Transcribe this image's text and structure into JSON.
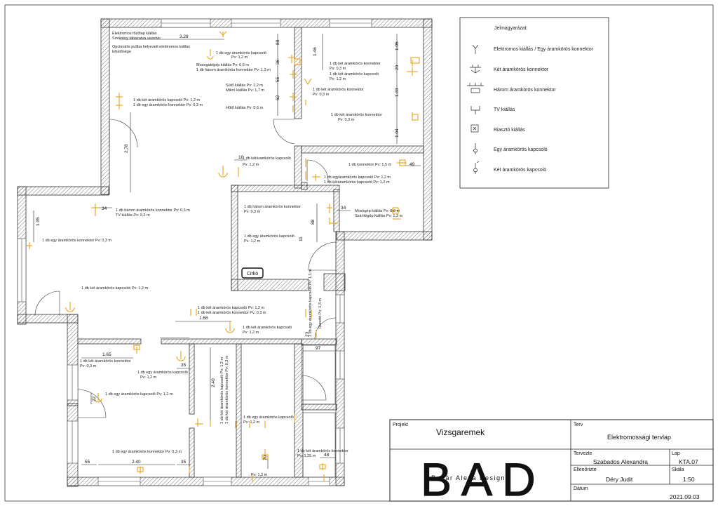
{
  "labels": {
    "l01": "Elektromos főzőlap kiállás",
    "l02": "Szekrény tábazatva vezetve",
    "l03": "Opcionális pultba helyezett elektromos kiállás",
    "l04": "lehetősége",
    "l05": "1 db egy áramkörös kapcsoló",
    "l06": "Pv: 1,2 m",
    "l07": "Mosogatógép kiállás Pv: 0,6 m",
    "l08": "1 db három áramkörös konnektor Pv: 1,3 m",
    "l09": "Sütő kiállás Pv: 1,2 m",
    "l10": "Mikró kiállás Pv: 1,7 m",
    "l11": "Hűtő kiállás Pv: 0,6 m",
    "l12": "1 db két áramkörös kapcsoló Pv: 1,2 m",
    "l13": "1 db egy áramkörös konnektor Pv: 0,3 m",
    "l14": "1 db két áramkörös konnektor",
    "l15": "Pv: 0,3 m",
    "l16": "1 db két áramkörös kapcsoló",
    "l17": "Pv: 1,2 m",
    "l18": "1 db két áramkörös konnektor",
    "l19": "Pv: 0,3 m",
    "l20": "1 db két áramkörös konnektor",
    "l21": "Pv: 0,3 m",
    "l22": "1 db kétáramkörös kapcsoló",
    "l23": "Pv: 1,2 m",
    "l24": "1 db konnektor Pv: 1,5 m",
    "l25": "1 db egyáramkörös kapcsoló Pv: 1,2 m",
    "l26": "1 db kétáramkörös kapcsoló Pv: 1,2 m",
    "l27": "1 db három áramkörös konnektor",
    "l28": "Pv: 0,3 m",
    "l29": "Mosógép kiállás Pv: 0,6 m",
    "l30": "Szárítógép kiállás Pv: 1,3 m",
    "l31": "1 db három áramkörös konnektor Pv: 0,3 m",
    "l32": "TV kiállás Pv: 0,3 m",
    "l33": "1 db egy áramkörös konnektor Pv: 0,3 m",
    "l34": "1 db egy áramkörös kapcsoló",
    "l35": "Pv: 1,2 m",
    "l36": "1 db két áramkörös kapcsoló Pv: 1,2 m",
    "l37": "1 db két áramkörös kapcsoló Pv: 1,2 m",
    "l38": "1 db két áramkörös konnektor Pv: 0,3 m",
    "l39": "1 db két áramkörös kapcsoló",
    "l40": "Pv: 1,2 m",
    "l41": "1 db két áramkörös konnektor",
    "l42": "Pv: 0,3 m",
    "l43": "1 db egy áramkörös kapcsoló",
    "l44": "Pv: 1,2 m",
    "l45": "1 db egy áramkörös kapcsoló Pv: 1,2 m",
    "l46": "1 db két áramkörös kapcsoló Pv: 1,2 m",
    "l47": "1 db két áramkörös konnektor Pv: 0,3 m",
    "l48": "1 db egy áramkörös kapcsoló",
    "l49": "Pv: 1,2 m",
    "l50": "1 db egy áramkörös konnektor Pv: 0,3 m",
    "l51": "1 db két áramkörös konnektor",
    "l52": "Pv: 1,25 m",
    "l53": "1 db egy áramkörös kapcsoló Pv: 1,3 m",
    "l54": "Riasztó Pv: 1,3 m",
    "l55": "Pv: 1,2 m",
    "cirko": "Cirkó"
  },
  "dimensions": {
    "d01": "3.28",
    "d02": "80",
    "d03": "36",
    "d04": "55",
    "d05": "62",
    "d06": "1.46",
    "d07": "1.05",
    "d08": "20",
    "d09": "1.33",
    "d10": "1.04",
    "d11": "2.78",
    "d12": "10",
    "d13": "49",
    "d14": "34",
    "d15": "1.35",
    "d16": "88",
    "d17": "11",
    "d18": "34",
    "d19": "1.68",
    "d20": "1.65",
    "d21": "35",
    "d22": "2.40",
    "d23": "22",
    "d24": "97",
    "d25": "23",
    "d26": "55",
    "d27": "2.40",
    "d28": "35",
    "d29": "70",
    "d30": "48"
  },
  "legend": {
    "title": "Jelmagyarázat:",
    "items": [
      "Elektromos kiállás / Egy áramkörös konnektor",
      "Két áramkörös konnektor",
      "Három áramkörös konnektor",
      "TV kiállás",
      "Riasztó kiállás",
      "Egy áramkörös kapcsoló",
      "Két áramkörös kapcsoló"
    ]
  },
  "title_block": {
    "projekt_label": "Projekt",
    "projekt": "Vizsgaremek",
    "terv_label": "Terv",
    "terv": "Elektromossági tervlap",
    "tervezte_label": "Tervezte",
    "tervezte": "Szabados Alexandra",
    "lap_label": "Lap",
    "lap": "KTA.07",
    "ellenorizte_label": "Ellenőrizte",
    "ellenorizte": "Déry Judit",
    "skala_label": "Skála",
    "skala": "1:50",
    "datum_label": "Dátum",
    "datum": "2021.09.03",
    "logo": "BAD",
    "logo_sub": "Bogár Alexa Design"
  },
  "colors": {
    "symbol": "#e8a317",
    "wall_line": "#333333"
  }
}
